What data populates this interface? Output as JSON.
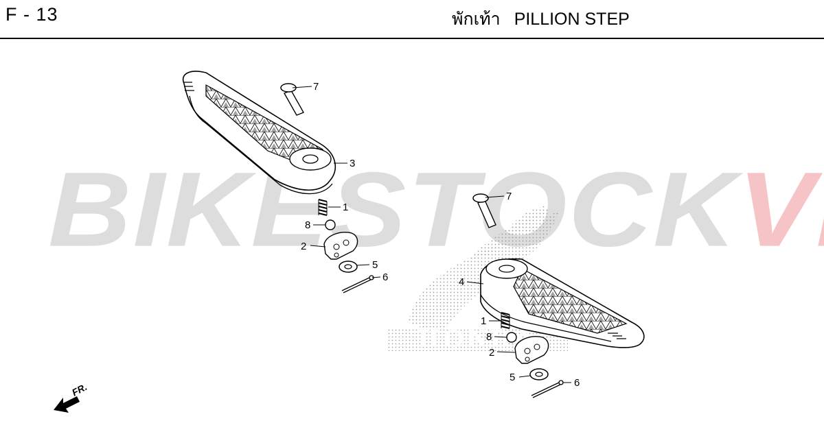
{
  "header": {
    "page_code": "F - 13",
    "title_thai": "พักเท้า",
    "title_en": "PILLION STEP"
  },
  "watermark": {
    "part_a": "BIKESTOCK",
    "part_b": "VN",
    "color_a": "#969696",
    "color_b": "#e13c46"
  },
  "background_logo": {
    "text": "HONDA"
  },
  "direction": {
    "label": "FR."
  },
  "callouts": {
    "c1a": "1",
    "c1b": "1",
    "c2a": "2",
    "c2b": "2",
    "c3": "3",
    "c4": "4",
    "c5a": "5",
    "c5b": "5",
    "c6a": "6",
    "c6b": "6",
    "c7a": "7",
    "c7b": "7",
    "c8a": "8",
    "c8b": "8"
  }
}
